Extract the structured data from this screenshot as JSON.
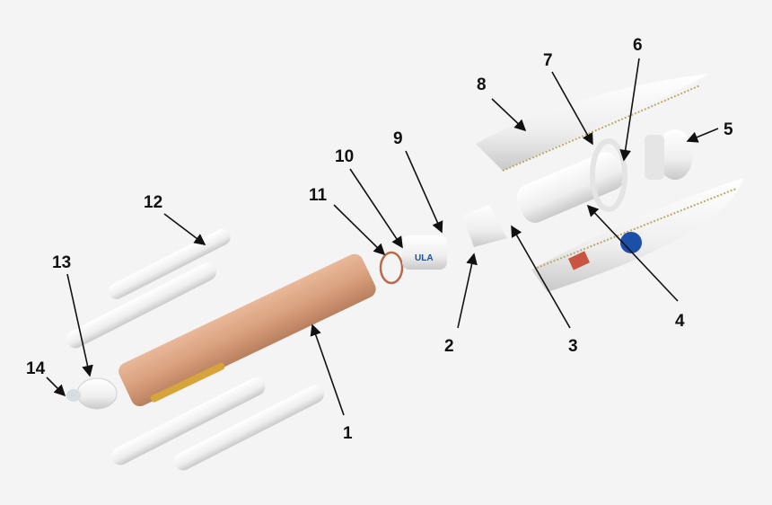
{
  "diagram": {
    "background": "#f4f4f4",
    "part_colors": {
      "core_stage": "#d9a07e",
      "white_parts": "#f7f7f7",
      "shadow": "#cfcfcf",
      "ring": "#b86a4a",
      "nasa_blue": "#1c4fa8"
    },
    "callouts": [
      {
        "label": "1"
      },
      {
        "label": "2"
      },
      {
        "label": "3"
      },
      {
        "label": "4"
      },
      {
        "label": "5"
      },
      {
        "label": "6"
      },
      {
        "label": "7"
      },
      {
        "label": "8"
      },
      {
        "label": "9"
      },
      {
        "label": "10"
      },
      {
        "label": "11"
      },
      {
        "label": "12"
      },
      {
        "label": "13"
      },
      {
        "label": "14"
      }
    ]
  }
}
